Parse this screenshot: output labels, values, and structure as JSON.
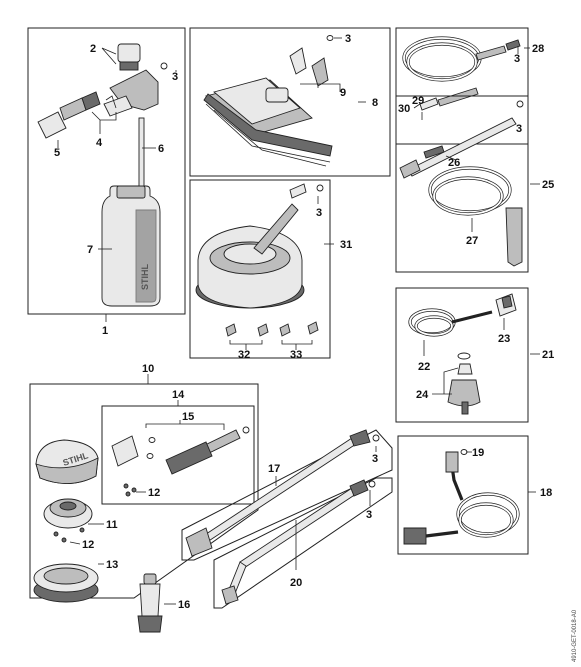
{
  "labels": {
    "p1": "1",
    "p2": "2",
    "p3a": "3",
    "p4": "4",
    "p5": "5",
    "p6": "6",
    "p7": "7",
    "p8": "8",
    "p3b": "3",
    "p9": "9",
    "p28": "28",
    "p3c": "3",
    "p29": "29",
    "p30": "30",
    "p3d": "3",
    "p26": "26",
    "p25": "25",
    "p27": "27",
    "p3e": "3",
    "p31": "31",
    "p32": "32",
    "p33": "33",
    "p21": "21",
    "p22": "22",
    "p23": "23",
    "p24": "24",
    "p10": "10",
    "p14": "14",
    "p15": "15",
    "p12a": "12",
    "p11": "11",
    "p12b": "12",
    "p13": "13",
    "p16": "16",
    "p17": "17",
    "p3f": "3",
    "p3g": "3",
    "p20": "20",
    "p18": "18",
    "p19": "19"
  },
  "brand": "STIHL",
  "doc_code": "4910-GET-0018-A0"
}
